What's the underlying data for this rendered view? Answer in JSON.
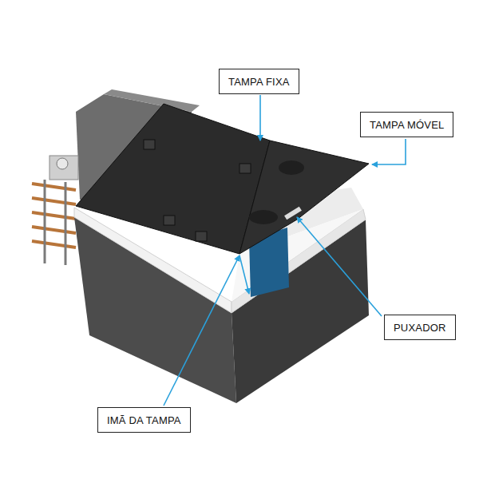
{
  "diagram": {
    "nodes": [
      {
        "text": [
          "TAMPA FIXA"
        ]
      },
      {
        "text": [
          "TAMPA MÓVEL"
        ]
      },
      {
        "text": [
          "PUXADOR"
        ]
      },
      {
        "text": [
          "IMÃ DA TAMPA"
        ]
      }
    ]
  }
}
